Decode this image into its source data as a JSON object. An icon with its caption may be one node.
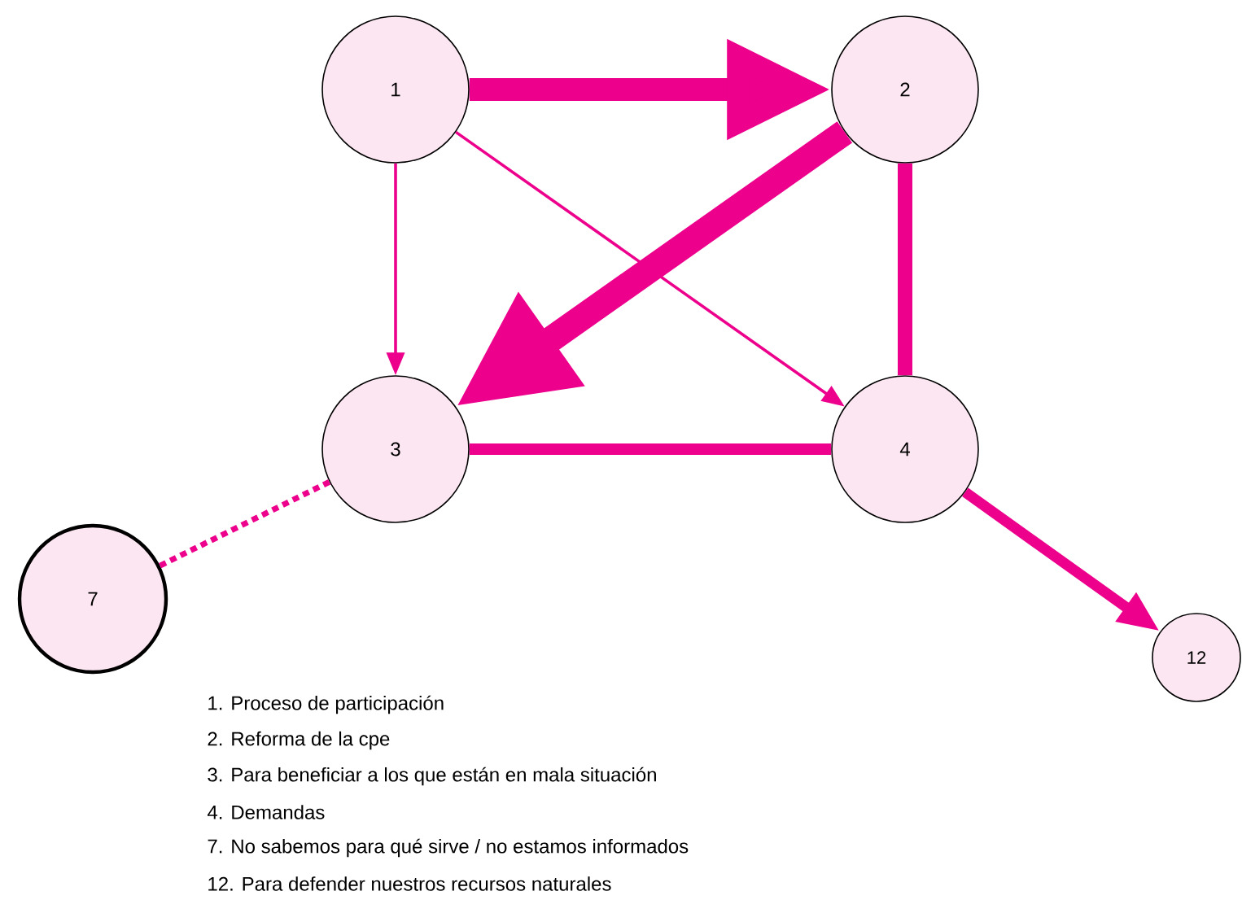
{
  "diagram": {
    "nodes": [
      {
        "text": [
          "1"
        ]
      },
      {
        "text": [
          "2"
        ]
      },
      {
        "text": [
          "3"
        ]
      },
      {
        "text": [
          "4"
        ]
      },
      {
        "text": [
          "7"
        ]
      },
      {
        "text": [
          "12"
        ]
      }
    ],
    "edges": [
      {
        "from": 0,
        "to": 1,
        "arrow": "to",
        "style": "thick"
      },
      {
        "from": 1,
        "to": 2,
        "arrow": "to",
        "style": "thick"
      },
      {
        "from": 0,
        "to": 2,
        "arrow": "to"
      },
      {
        "from": 0,
        "to": 3,
        "arrow": "to"
      },
      {
        "from": 1,
        "to": 3,
        "arrow": "none"
      },
      {
        "from": 2,
        "to": 3,
        "arrow": "none"
      },
      {
        "from": 3,
        "to": 5,
        "arrow": "to"
      },
      {
        "from": 2,
        "to": 4,
        "arrow": "none",
        "style": "dashed"
      }
    ],
    "labels": [
      "1. Proceso de participación",
      "2. Reforma de la cpe",
      "3. Para beneficiar a los que están en mala situación",
      "4. Demandas",
      "7. No sabemos para qué sirve / no estamos informados",
      "12. Para defender nuestros recursos naturales"
    ]
  }
}
